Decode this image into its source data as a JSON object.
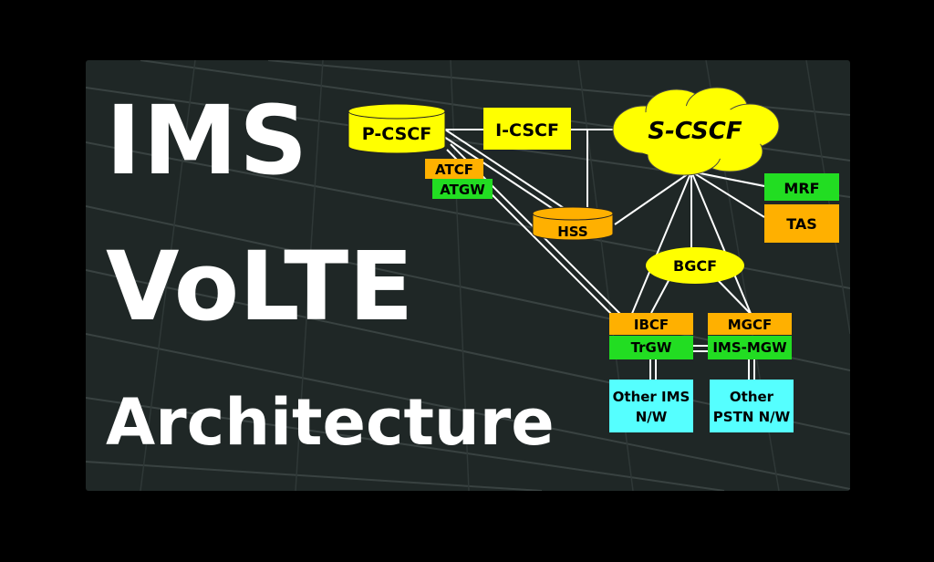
{
  "heading": {
    "line1": "IMS",
    "line2": "VoLTE",
    "line3": "Architecture"
  },
  "diagram": {
    "nodes": {
      "pcscf": "P-CSCF",
      "icscf": "I-CSCF",
      "scscf": "S-CSCF",
      "atcf": "ATCF",
      "atgw": "ATGW",
      "hss": "HSS",
      "mrf": "MRF",
      "tas": "TAS",
      "bgcf": "BGCF",
      "ibcf": "IBCF",
      "trgw": "TrGW",
      "mgcf": "MGCF",
      "imsmgw": "IMS-MGW",
      "other_ims_1": "Other IMS",
      "other_ims_2": "N/W",
      "other_pstn_1": "Other",
      "other_pstn_2": "PSTN N/W"
    },
    "colors": {
      "yellow": "#ffff00",
      "orange": "#ffb000",
      "green": "#22dd22",
      "cyan": "#55ffff",
      "line": "#ffffff",
      "background": "#1f2726"
    }
  }
}
